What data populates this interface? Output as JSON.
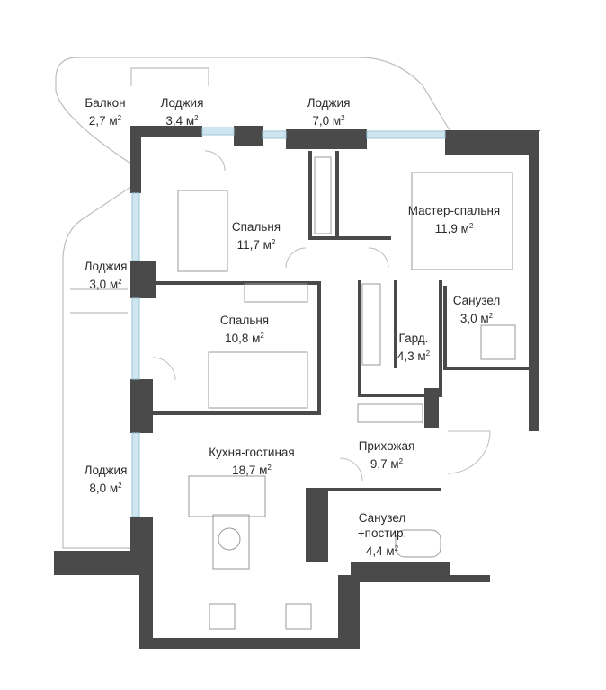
{
  "rooms": [
    {
      "id": "balcony",
      "name": "Балкон",
      "area": "2,7 м",
      "unit_sup": "2"
    },
    {
      "id": "loggia-top-left",
      "name": "Лоджия",
      "area": "3,4 м",
      "unit_sup": "2"
    },
    {
      "id": "loggia-top-right",
      "name": "Лоджия",
      "area": "7,0 м",
      "unit_sup": "2"
    },
    {
      "id": "bedroom-1",
      "name": "Спальня",
      "area": "11,7 м",
      "unit_sup": "2"
    },
    {
      "id": "master-bedroom",
      "name": "Мастер-спальня",
      "area": "11,9 м",
      "unit_sup": "2"
    },
    {
      "id": "loggia-left-mid",
      "name": "Лоджия",
      "area": "3,0 м",
      "unit_sup": "2"
    },
    {
      "id": "bedroom-2",
      "name": "Спальня",
      "area": "10,8 м",
      "unit_sup": "2"
    },
    {
      "id": "bathroom-1",
      "name": "Санузел",
      "area": "3,0 м",
      "unit_sup": "2"
    },
    {
      "id": "wardrobe",
      "name": "Гард.",
      "area": "4,3 м",
      "unit_sup": "2"
    },
    {
      "id": "kitchen-living",
      "name": "Кухня-гостиная",
      "area": "18,7 м",
      "unit_sup": "2"
    },
    {
      "id": "hallway",
      "name": "Прихожая",
      "area": "9,7 м",
      "unit_sup": "2"
    },
    {
      "id": "loggia-left-bottom",
      "name": "Лоджия",
      "area": "8,0 м",
      "unit_sup": "2"
    },
    {
      "id": "bathroom-laundry",
      "name": "Санузел\n+постир.",
      "area": "4,4 м",
      "unit_sup": "2"
    }
  ],
  "colors": {
    "wall": "#4a4a4a",
    "outline": "#bdbdbd",
    "window": "#cfe6f0",
    "furniture": "#9a9a9a",
    "text": "#2b2b2b"
  }
}
